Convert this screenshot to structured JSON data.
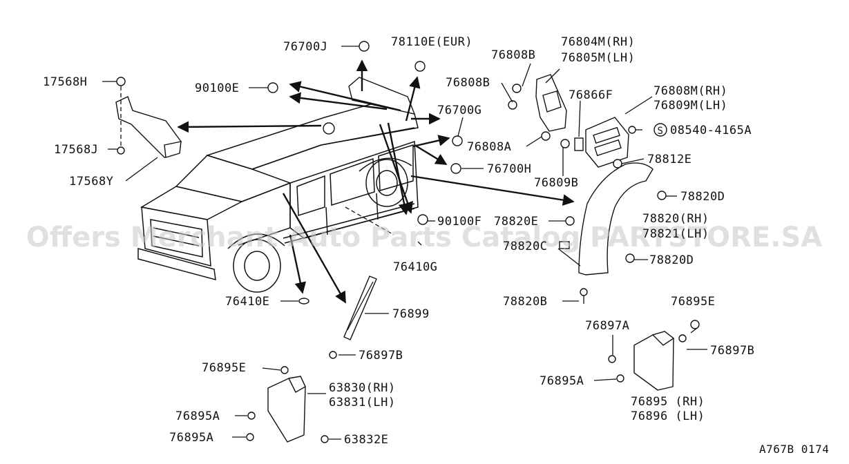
{
  "labels": {
    "p76700J": "76700J",
    "p78110E": "78110E(EUR)",
    "p76804M": "76804M(RH)",
    "p76805M": "76805M(LH)",
    "p17568H": "17568H",
    "p90100E": "90100E",
    "p76808B_a": "76808B",
    "p76808B_b": "76808B",
    "p76866F": "76866F",
    "p76808M": "76808M(RH)",
    "p76809M": "76809M(LH)",
    "p76700G": "76700G",
    "p08540": "08540-4165A",
    "p17568J": "17568J",
    "p76808A": "76808A",
    "p17568Y": "17568Y",
    "p76700H": "76700H",
    "p78812E": "78812E",
    "p76809B": "76809B",
    "p78820D_a": "78820D",
    "p90100F": "90100F",
    "p78820E": "78820E",
    "p78820RH": "78820(RH)",
    "p78821LH": "78821(LH)",
    "p78820C": "78820C",
    "p78820D_b": "78820D",
    "p76410G": "76410G",
    "p76410E": "76410E",
    "p78820B": "78820B",
    "p76899": "76899",
    "p76895E_a": "76895E",
    "p76897A": "76897A",
    "p76895E_b": "76895E",
    "p76897B_a": "76897B",
    "p76897B_b": "76897B",
    "p63830": "63830(RH)",
    "p63831": "63831(LH)",
    "p76895A_a": "76895A",
    "p76895A_b": "76895A",
    "p76895A_c": "76895A",
    "p76895RH": "76895 (RH)",
    "p76896LH": "76896 (LH)",
    "p63832E": "63832E",
    "s_symbol": "S"
  },
  "watermark": "Offers Merchant Auto Parts Catalog PARTSTORE.SA",
  "diagram_code": "A767B 0174"
}
